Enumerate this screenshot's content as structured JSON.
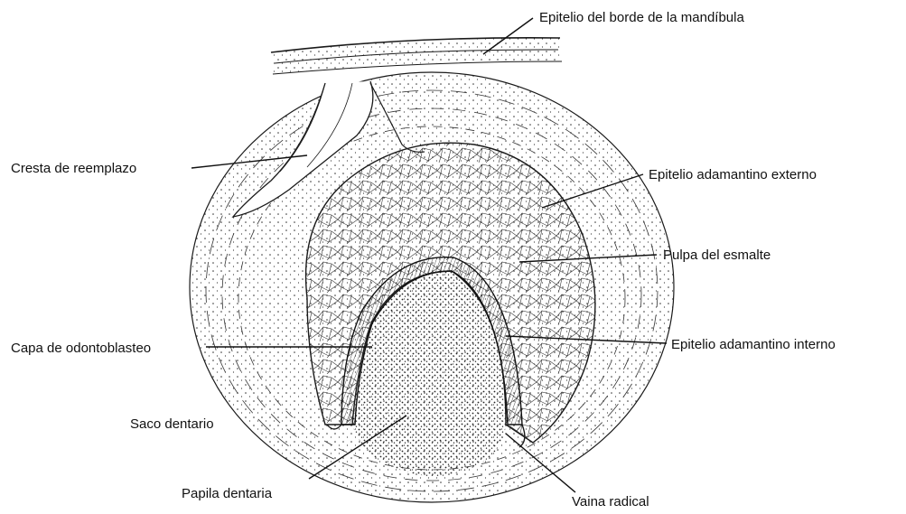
{
  "figure": {
    "labels": {
      "epitelio_borde": "Epitelio del borde de la mandíbula",
      "cresta": "Cresta de reemplazo",
      "epitelio_externo": "Epitelio adamantino externo",
      "pulpa_esmalte": "Pulpa del esmalte",
      "capa_odonto": "Capa de odontoblasteo",
      "epitelio_interno": "Epitelio adamantino interno",
      "saco": "Saco dentario",
      "papila": "Papila dentaria",
      "vaina": "Vaina radical"
    }
  }
}
